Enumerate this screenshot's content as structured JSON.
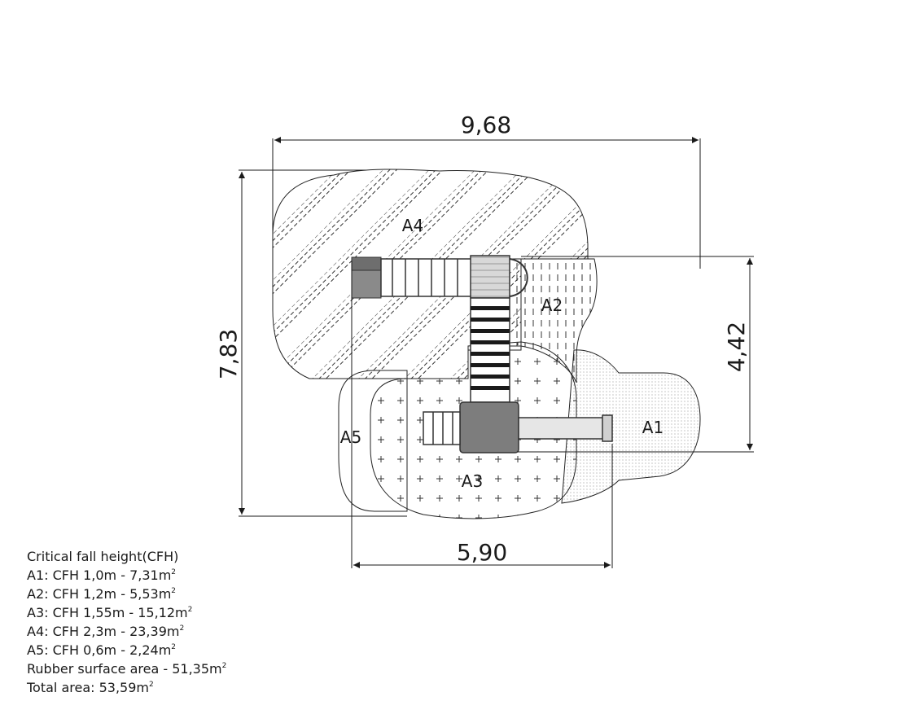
{
  "dimensions": {
    "overall_width": "9,68",
    "overall_height": "7,83",
    "inner_width": "5,90",
    "inner_height": "4,42"
  },
  "zones": {
    "a1": "A1",
    "a2": "A2",
    "a3": "A3",
    "a4": "A4",
    "a5": "A5"
  },
  "legend": {
    "title": "Critical fall height(CFH)",
    "rows": [
      {
        "text": "A1: CFH 1,0m - 7,31m",
        "sup": "2"
      },
      {
        "text": "A2: CFH 1,2m - 5,53m",
        "sup": "2"
      },
      {
        "text": "A3: CFH 1,55m - 15,12m",
        "sup": "2"
      },
      {
        "text": "A4: CFH 2,3m - 23,39m",
        "sup": "2"
      },
      {
        "text": "A5: CFH 0,6m - 2,24m",
        "sup": "2"
      },
      {
        "text": "Rubber surface area - 51,35m",
        "sup": "2"
      },
      {
        "text": "Total area: 53,59m",
        "sup": "2"
      }
    ]
  }
}
